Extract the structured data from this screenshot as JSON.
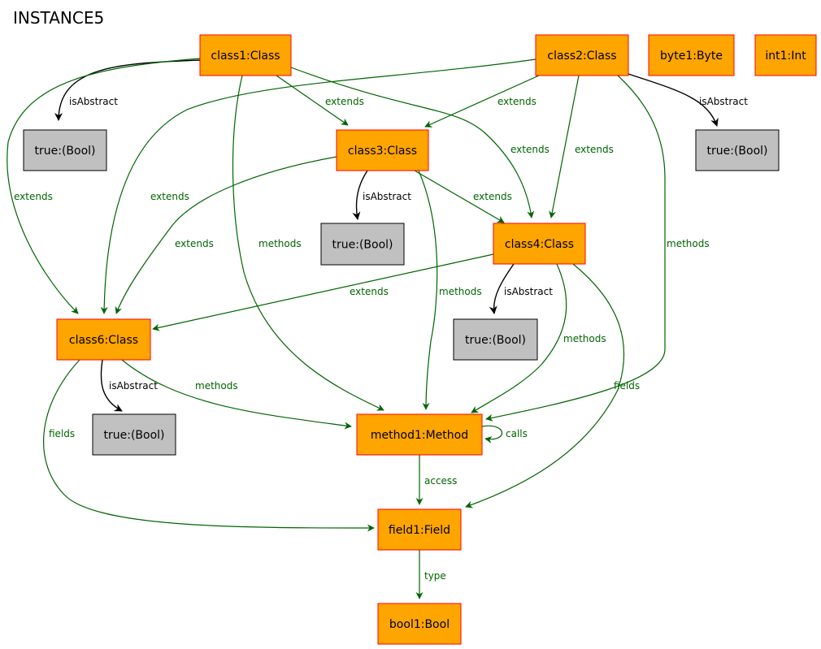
{
  "title": "INSTANCE5",
  "colors": {
    "object_fill": "#ffa500",
    "object_border": "#ff0000",
    "value_fill": "#c0c0c0",
    "value_border": "#000000",
    "structural_edge": "#006400",
    "attribute_edge": "#000000"
  },
  "nodes": [
    {
      "id": "class1",
      "label": "class1:Class",
      "kind": "object"
    },
    {
      "id": "class2",
      "label": "class2:Class",
      "kind": "object"
    },
    {
      "id": "byte1",
      "label": "byte1:Byte",
      "kind": "object"
    },
    {
      "id": "int1",
      "label": "int1:Int",
      "kind": "object"
    },
    {
      "id": "true_c1",
      "label": "true:(Bool)",
      "kind": "value"
    },
    {
      "id": "class3",
      "label": "class3:Class",
      "kind": "object"
    },
    {
      "id": "true_c2",
      "label": "true:(Bool)",
      "kind": "value"
    },
    {
      "id": "true_c3",
      "label": "true:(Bool)",
      "kind": "value"
    },
    {
      "id": "class4",
      "label": "class4:Class",
      "kind": "object"
    },
    {
      "id": "class6",
      "label": "class6:Class",
      "kind": "object"
    },
    {
      "id": "true_c4",
      "label": "true:(Bool)",
      "kind": "value"
    },
    {
      "id": "true_c6",
      "label": "true:(Bool)",
      "kind": "value"
    },
    {
      "id": "method1",
      "label": "method1:Method",
      "kind": "object"
    },
    {
      "id": "field1",
      "label": "field1:Field",
      "kind": "object"
    },
    {
      "id": "bool1",
      "label": "bool1:Bool",
      "kind": "object"
    }
  ],
  "edges": [
    {
      "id": "e1",
      "from": "class1",
      "to": "true_c1",
      "label": "isAbstract",
      "kind": "attribute"
    },
    {
      "id": "e2",
      "from": "class1",
      "to": "class3",
      "label": "extends",
      "kind": "structural"
    },
    {
      "id": "e3",
      "from": "class1",
      "to": "class4",
      "label": "extends",
      "kind": "structural"
    },
    {
      "id": "e4",
      "from": "class1",
      "to": "class6",
      "label": "extends",
      "kind": "structural"
    },
    {
      "id": "e5",
      "from": "class1",
      "to": "method1",
      "label": "methods",
      "kind": "structural"
    },
    {
      "id": "e6",
      "from": "class2",
      "to": "class3",
      "label": "extends",
      "kind": "structural"
    },
    {
      "id": "e7",
      "from": "class2",
      "to": "class4",
      "label": "extends",
      "kind": "structural"
    },
    {
      "id": "e8",
      "from": "class2",
      "to": "class6",
      "label": "extends",
      "kind": "structural"
    },
    {
      "id": "e9",
      "from": "class2",
      "to": "true_c2",
      "label": "isAbstract",
      "kind": "attribute"
    },
    {
      "id": "e10",
      "from": "class2",
      "to": "method1",
      "label": "methods",
      "kind": "structural"
    },
    {
      "id": "e11",
      "from": "class3",
      "to": "true_c3",
      "label": "isAbstract",
      "kind": "attribute"
    },
    {
      "id": "e12",
      "from": "class3",
      "to": "class4",
      "label": "extends",
      "kind": "structural"
    },
    {
      "id": "e13",
      "from": "class3",
      "to": "class6",
      "label": "extends",
      "kind": "structural"
    },
    {
      "id": "e14",
      "from": "class3",
      "to": "method1",
      "label": "methods",
      "kind": "structural"
    },
    {
      "id": "e15",
      "from": "class4",
      "to": "class6",
      "label": "extends",
      "kind": "structural"
    },
    {
      "id": "e16",
      "from": "class4",
      "to": "true_c4",
      "label": "isAbstract",
      "kind": "attribute"
    },
    {
      "id": "e17",
      "from": "class4",
      "to": "method1",
      "label": "methods",
      "kind": "structural"
    },
    {
      "id": "e18",
      "from": "class4",
      "to": "field1",
      "label": "fields",
      "kind": "structural"
    },
    {
      "id": "e19",
      "from": "class6",
      "to": "true_c6",
      "label": "isAbstract",
      "kind": "attribute"
    },
    {
      "id": "e20",
      "from": "class6",
      "to": "method1",
      "label": "methods",
      "kind": "structural"
    },
    {
      "id": "e21",
      "from": "class6",
      "to": "field1",
      "label": "fields",
      "kind": "structural"
    },
    {
      "id": "e22",
      "from": "method1",
      "to": "method1",
      "label": "calls",
      "kind": "structural"
    },
    {
      "id": "e23",
      "from": "method1",
      "to": "field1",
      "label": "access",
      "kind": "structural"
    },
    {
      "id": "e24",
      "from": "field1",
      "to": "bool1",
      "label": "type",
      "kind": "structural"
    }
  ]
}
